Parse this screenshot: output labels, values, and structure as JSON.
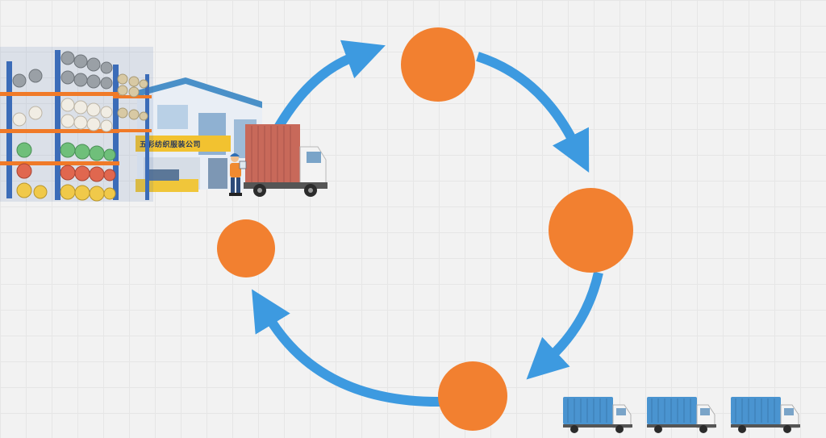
{
  "colors": {
    "background": "#f2f2f2",
    "node": "#f28030",
    "arrow": "#3d9ae0",
    "truck_cargo": "#4a94d0",
    "container": "#c8695a",
    "warehouse_wall": "#e9eef5",
    "sign_band": "#f2c230"
  },
  "cycle": {
    "nodes": [
      {
        "id": "top",
        "label": ""
      },
      {
        "id": "right",
        "label": ""
      },
      {
        "id": "bottom",
        "label": ""
      },
      {
        "id": "left",
        "label": ""
      }
    ],
    "arrows": [
      {
        "from": "left",
        "to": "top"
      },
      {
        "from": "top",
        "to": "right"
      },
      {
        "from": "right",
        "to": "bottom"
      },
      {
        "from": "bottom",
        "to": "left"
      }
    ]
  },
  "illustration": {
    "scene": "warehouse",
    "sign_text": "五彩纺织服装公司",
    "trucks_count": 3,
    "icons": [
      "warehouse-icon",
      "shelving-icon",
      "container-truck-icon",
      "worker-icon",
      "delivery-truck-icon"
    ]
  }
}
